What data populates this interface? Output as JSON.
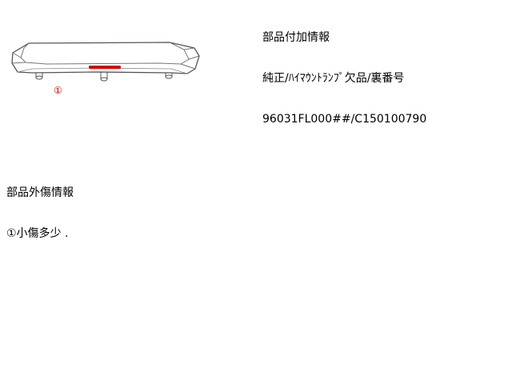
{
  "part_info": {
    "heading": "部品付加情報",
    "detail": "純正/ﾊｲﾏｳﾝﾄﾗﾝﾌﾟ欠品/裏番号",
    "part_number": "96031FL000##/C150100790"
  },
  "diagram": {
    "marker_label": "①",
    "brake_light_color": "#d40000",
    "outline_color": "#555555"
  },
  "damage_info": {
    "heading": "部品外傷情報",
    "item_1": "①小傷多少 ."
  }
}
